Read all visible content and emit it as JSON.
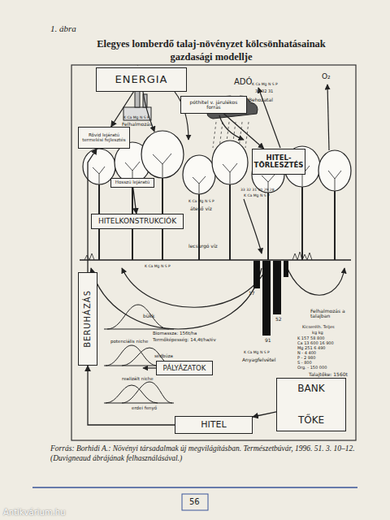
{
  "diagram": {
    "title": "Elegyes lomberdő talaj-növényzet kölcsönhatásainak gazdasági modellje",
    "caption": "Forrás: Borhidi A.: Növényi társadalmak új megvilágításban. Természetbúvár, 1996. 51. 3. 10–12. (Duvigneaud ábrájának felhasználásával.)",
    "nodes": [
      {
        "text": [
          "ENERGIA"
        ]
      },
      {
        "text": [
          "póthitel v. járulékos forrás"
        ]
      },
      {
        "text": [
          "Rövid lejáratú termelési fejlesztés"
        ]
      },
      {
        "text": [
          "HITEL- TÖRLESZTÉS"
        ]
      },
      {
        "text": [
          "Hosszú lejáratú"
        ]
      },
      {
        "text": [
          "HITELKONSTRUKCIÓK"
        ]
      },
      {
        "text": [
          "BERUHÁZÁS"
        ]
      },
      {
        "text": [
          "PÁLYÁZATOK"
        ]
      },
      {
        "text": [
          "BANK",
          "TŐKE"
        ]
      },
      {
        "text": [
          "HITEL"
        ]
      }
    ],
    "edges": [
      {
        "from": 0,
        "to": 2,
        "arrow": "to"
      },
      {
        "from": 1,
        "to": 3,
        "arrow": "to"
      },
      {
        "from": 4,
        "to": 5,
        "arrow": "to"
      },
      {
        "from": 8,
        "to": 9,
        "arrow": "to"
      },
      {
        "from": 9,
        "to": 6,
        "arrow": "to"
      },
      {
        "from": 6,
        "to": 2,
        "arrow": "to"
      }
    ],
    "labels": [
      "1. ábra",
      "ADÓ",
      "O₂",
      "Felhalmozás",
      "K Ca Mg N S P",
      "Behozatal",
      "33 32 31",
      "K Ca Mg N S P",
      "K Ca Mg N S P",
      "áteső víz",
      "lecsurgó víz",
      "33 32 31 30 29 28",
      "K Ca Mg N S P",
      "K Ca Mg N S P",
      "91",
      "52",
      "17",
      "Felhalmozás a talajban",
      "Kicserélh. Teljes",
      "kg kg",
      "K 157 58 800",
      "Ca 13 600 16 900",
      "Mg 251 6 490",
      "N - 4 400",
      "P - 2 980",
      "S - 800",
      "Org. - 150 000",
      "Talajtőke: 1560t",
      "Biomassza: 156t/ha",
      "Termőképesség: 14,4t/ha/év",
      "bükk",
      "potenciális niche",
      "sédbúza",
      "realizált niche",
      "erdei fenyő",
      "K Ca Mg N S P",
      "Anyagfelvétel",
      "56",
      "Antikvárium.hu"
    ]
  }
}
